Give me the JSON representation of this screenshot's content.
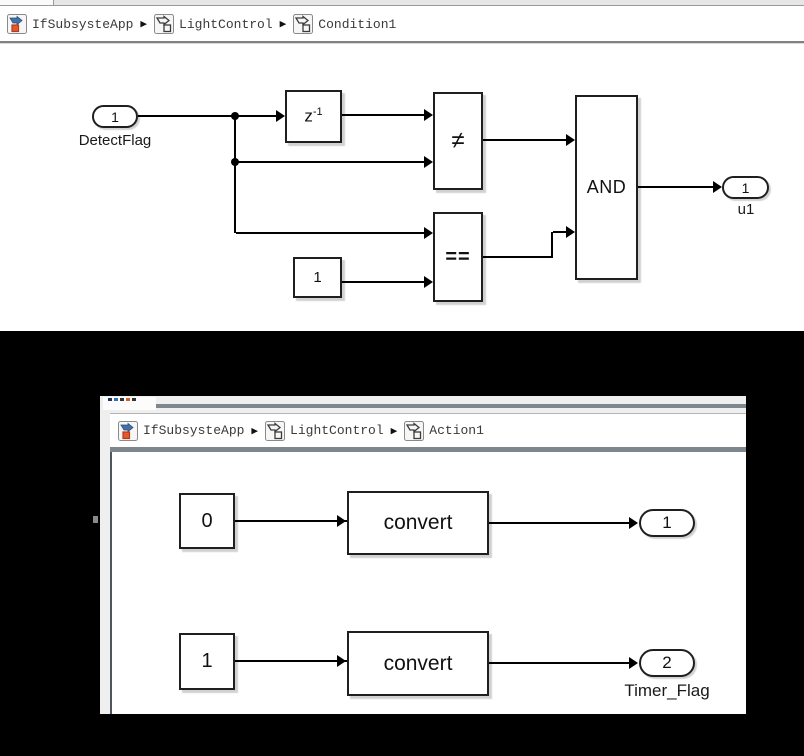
{
  "top_panel": {
    "breadcrumb": {
      "separator": "▶",
      "items": [
        {
          "label": "IfSubsysteApp"
        },
        {
          "label": "LightControl"
        },
        {
          "label": "Condition1"
        }
      ]
    },
    "diagram": {
      "inport": {
        "number": "1",
        "label": "DetectFlag"
      },
      "delay_block": {
        "base": "z",
        "exponent": "-1"
      },
      "neq_block": {
        "symbol": "≠"
      },
      "eq_block": {
        "symbol": "=="
      },
      "constant_block": {
        "value": "1"
      },
      "and_block": {
        "label": "AND"
      },
      "outport": {
        "number": "1",
        "label": "u1"
      }
    }
  },
  "bottom_panel": {
    "breadcrumb": {
      "separator": "▶",
      "items": [
        {
          "label": "IfSubsysteApp"
        },
        {
          "label": "LightControl"
        },
        {
          "label": "Action1"
        }
      ]
    },
    "diagram": {
      "row1": {
        "constant": "0",
        "convert_label": "convert",
        "outport": "1"
      },
      "row2": {
        "constant": "1",
        "convert_label": "convert",
        "outport": "2",
        "outport_label": "Timer_Flag"
      }
    }
  },
  "colors": {
    "icon_arrow_blue": "#3f72a8",
    "icon_arrow_blue_stroke": "#2c4f7c",
    "icon_square_orange": "#e2592b",
    "icon_square_red_stroke": "#b23c1e",
    "icon_plain_stroke": "#3c3c3c",
    "pane_border_gray": "#7e868e",
    "wire_black": "#000000"
  }
}
